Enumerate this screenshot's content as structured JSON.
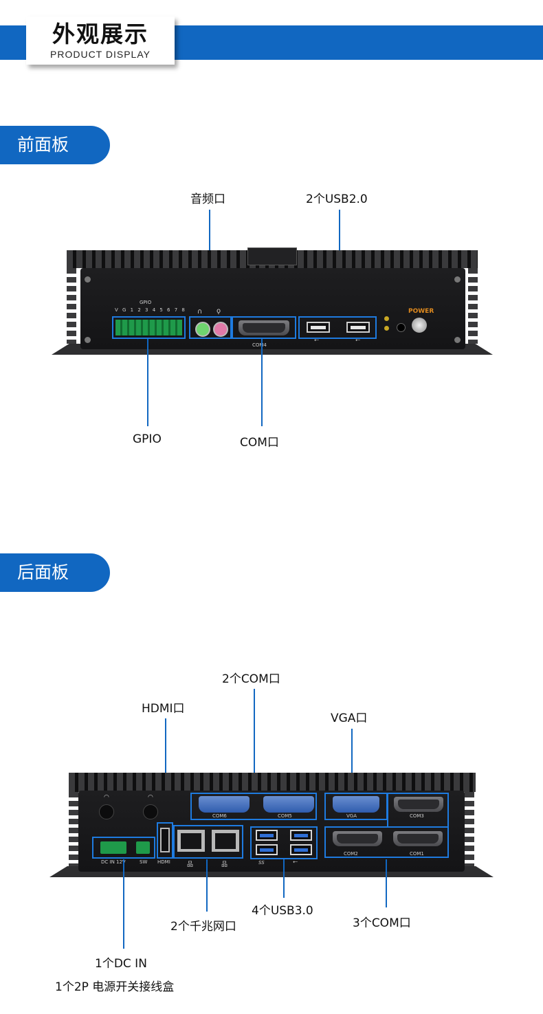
{
  "header": {
    "title_cn": "外观展示",
    "title_en": "PRODUCT DISPLAY"
  },
  "front": {
    "section": "前面板",
    "labels": {
      "audio": "音频口",
      "usb2": "2个USB2.0",
      "gpio": "GPIO",
      "com": "COM口"
    },
    "silk": {
      "gpio": "GPIO",
      "gpio_pins": "V G 1 2 3 4 5 6 7 8",
      "com4": "COM4",
      "power": "POWER"
    }
  },
  "rear": {
    "section": "后面板",
    "labels": {
      "hdmi": "HDMI口",
      "com2x": "2个COM口",
      "vga": "VGA口",
      "usb3": "4个USB3.0",
      "lan": "2个千兆网口",
      "com3x": "3个COM口",
      "dcin": "1个DC IN",
      "power_box": "1个2P 电源开关接线盒"
    },
    "silk": {
      "com6": "COM6",
      "com5": "COM5",
      "vga": "VGA",
      "com3": "COM3",
      "com2": "COM2",
      "com1": "COM1",
      "dcin": "DC IN 12V",
      "sw": "SW",
      "hdmi": "HDMI",
      "ss": "SS"
    }
  },
  "colors": {
    "accent": "#1167c1",
    "highlight": "#1e7be0",
    "power_label": "#e08a1e"
  }
}
